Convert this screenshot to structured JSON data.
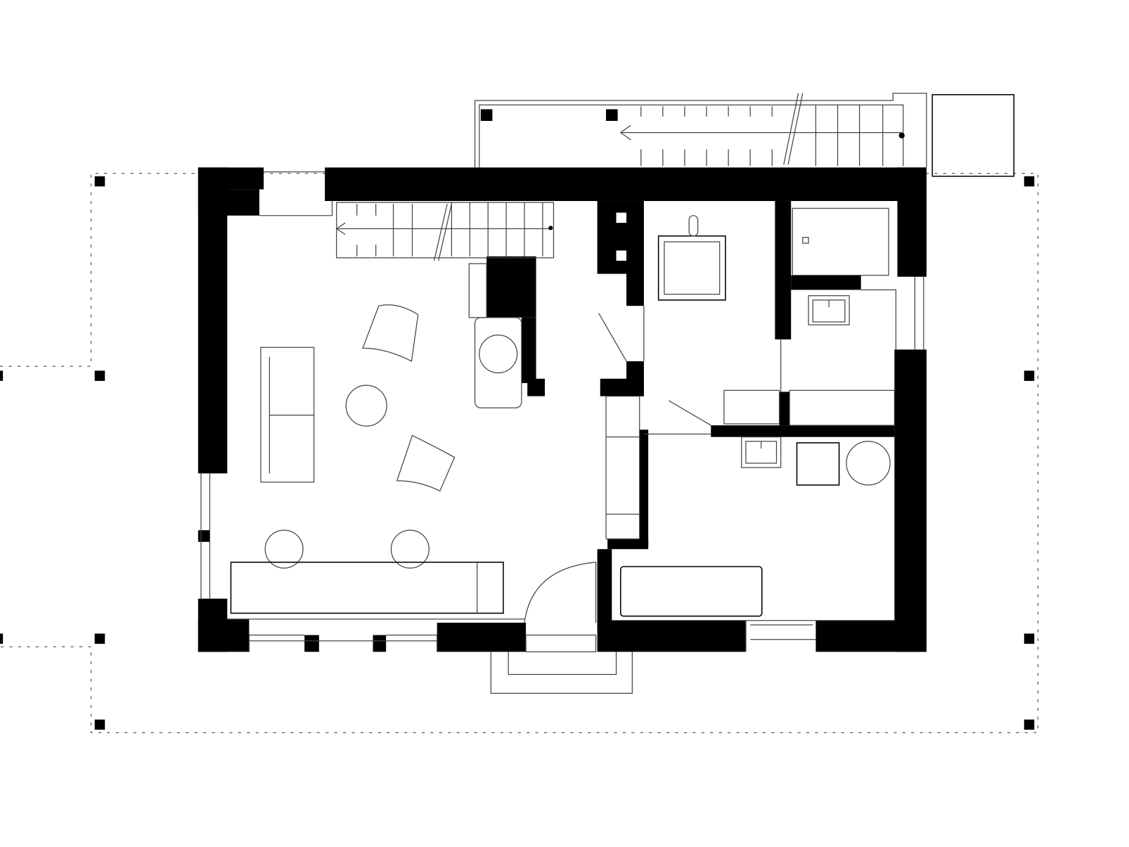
{
  "diagram": {
    "type": "architectural-floor-plan",
    "colors": {
      "wall": "#000000",
      "background": "#ffffff",
      "outline": "#000000"
    },
    "rooms": [
      "living-room",
      "staircase",
      "hall",
      "bathroom",
      "toilet",
      "kitchen",
      "terrace-stairs"
    ]
  }
}
